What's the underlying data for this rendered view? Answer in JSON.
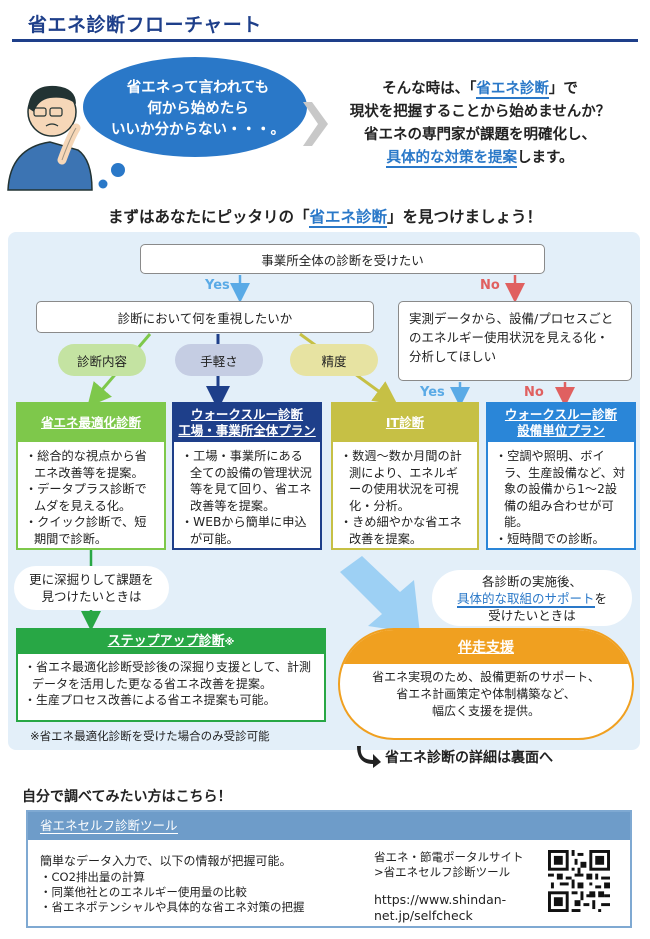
{
  "header": {
    "title": "省エネ診断フローチャート"
  },
  "intro": {
    "bubble": "省エネって言われても\n何から始めたら\nいいか分からない・・・。",
    "line1_pre": "そんな時は、「",
    "line1_hl": "省エネ診断",
    "line1_post": "」で",
    "line2": "現状を把握することから始めませんか？",
    "line3": "省エネの専門家が課題を明確化し、",
    "line4_hl": "具体的な対策を提案",
    "line4_post": "します。"
  },
  "find": {
    "pre": "まずはあなたにピッタリの「",
    "hl": "省エネ診断",
    "post": "」を見つけましょう！"
  },
  "flow": {
    "q_top": "事業所全体の診断を受けたい",
    "q_left": "診断において何を重視したいか",
    "q_right": "実測データから、設備/プロセスごとのエネルギー使用状況を見える化・分析してほしい",
    "yes": "Yes",
    "no": "No",
    "pills": [
      "診断内容",
      "手軽さ",
      "精度"
    ]
  },
  "cards": [
    {
      "title1": "省エネ最適化診断",
      "title2": "",
      "items": [
        "・総合的な視点から省エネ改善等を提案。",
        "・データプラス診断でムダを見える化。",
        "・クイック診断で、短期間で診断。"
      ],
      "color": "#7ec84b"
    },
    {
      "title1": "ウォークスルー診断",
      "title2": "工場・事業所全体プラン",
      "items": [
        "・工場・事業所にある全ての設備の管理状況等を見て回り、省エネ改善等を提案。",
        "・WEBから簡単に申込が可能。"
      ],
      "color": "#1e3f8a"
    },
    {
      "title1": "IT診断",
      "title2": "",
      "items": [
        "・数週～数か月間の計測により、エネルギーの使用状況を可視化・分析。",
        "・きめ細やかな省エネ改善を提案。"
      ],
      "color": "#c6c045"
    },
    {
      "title1": "ウォークスルー診断",
      "title2": "設備単位プラン",
      "items": [
        "・空調や照明、ボイラ、生産設備など、対象の設備から1～2設備の組み合わせが可能。",
        "・短時間での診断。"
      ],
      "color": "#2a86d8"
    }
  ],
  "deep": "更に深掘りして課題を\n見つけたいときは",
  "support_q": {
    "pre": "各診断の実施後、",
    "hl": "具体的な取組のサポート",
    "post": "を",
    "line3": "受けたいときは"
  },
  "step": {
    "title": "ステップアップ診断",
    "mark": "※",
    "items": [
      "・省エネ最適化診断受診後の深掘り支援として、計測データを活用した更なる省エネ改善を提案。",
      "・生産プロセス改善による省エネ提案も可能。"
    ],
    "footnote": "※省エネ最適化診断を受けた場合のみ受診可能"
  },
  "companion": {
    "title": "伴走支援",
    "body": "省エネ実現のため、設備更新のサポート、\n省エネ計画策定や体制構築など、\n幅広く支援を提供。"
  },
  "detail": "省エネ診断の詳細は裏面へ",
  "self": {
    "title": "自分で調べてみたい方はこちら！",
    "tool_title": "省エネセルフ診断ツール",
    "intro": "簡単なデータ入力で、以下の情報が把握可能。",
    "items": [
      "・CO2排出量の計算",
      "・同業他社とのエネルギー使用量の比較",
      "・省エネポテンシャルや具体的な省エネ対策の把握"
    ],
    "side1": "省エネ・節電ポータルサイト",
    "side2": ">省エネセルフ診断ツール",
    "url1": "https://www.shindan-",
    "url2": "net.jp/selfcheck"
  },
  "colors": {
    "navy": "#1e3f8a",
    "accent_blue": "#2a78c8",
    "green": "#7ec84b",
    "olive": "#c6c045",
    "sky": "#2a86d8",
    "step": "#28a745",
    "orange": "#f0a020",
    "panel": "#e3eff9"
  }
}
